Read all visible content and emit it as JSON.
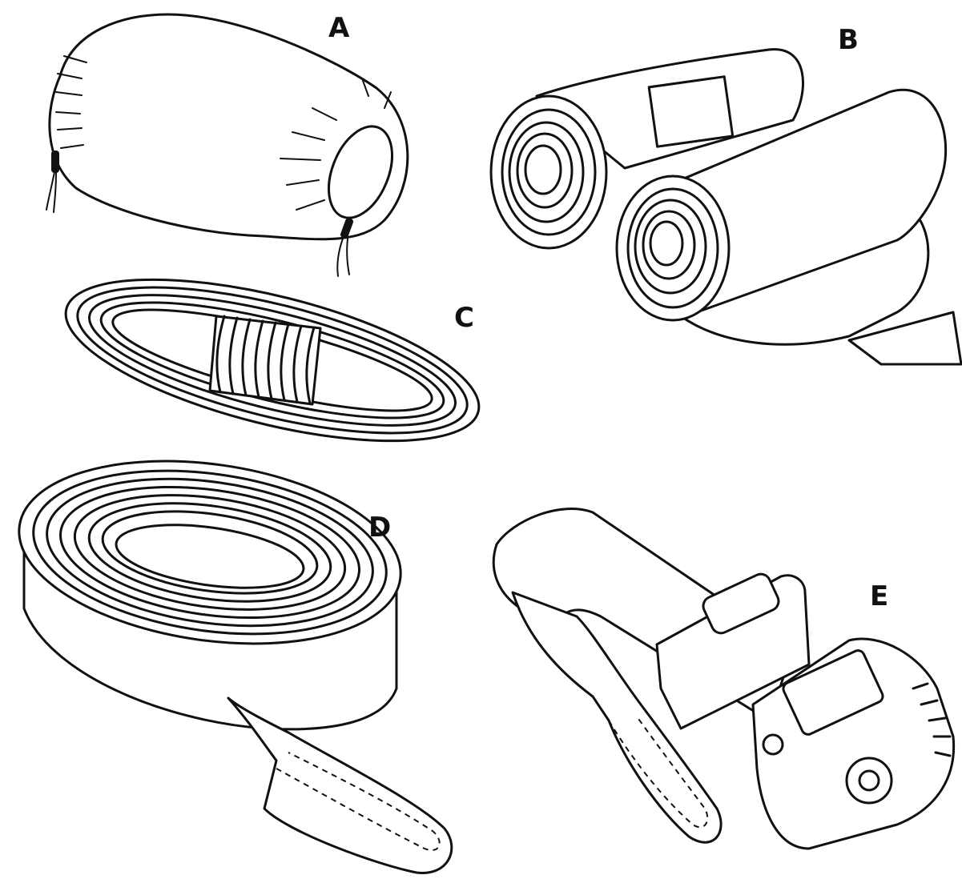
{
  "labels": {
    "a": "A",
    "b": "B",
    "c": "C",
    "d": "D",
    "e": "E"
  },
  "colors": {
    "ink": "#111111",
    "background": "#ffffff"
  }
}
